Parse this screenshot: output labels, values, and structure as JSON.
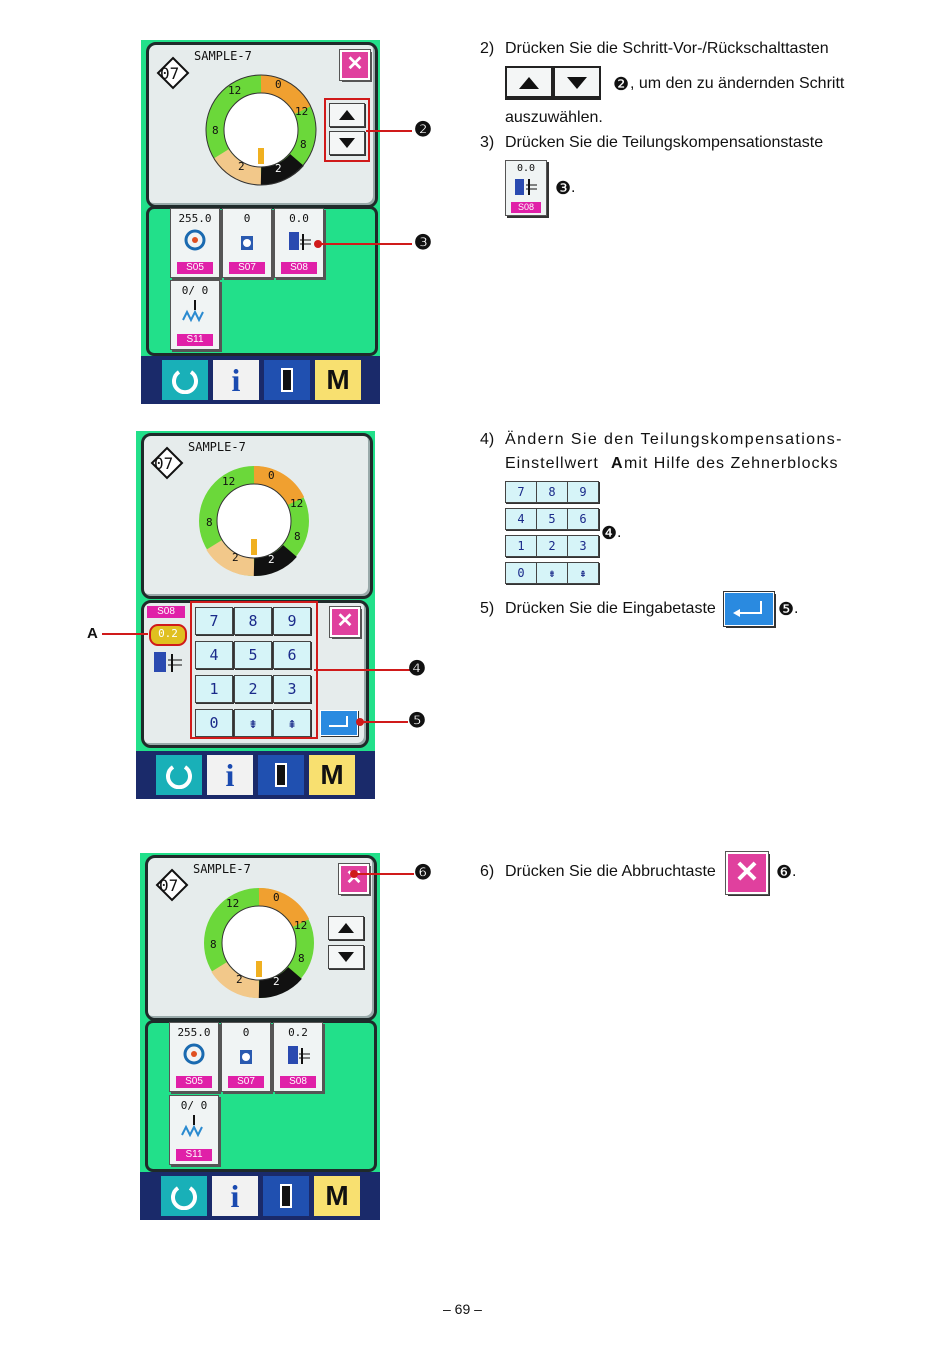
{
  "panel1": {
    "program_no": "07",
    "program_name": "SAMPLE-7",
    "ring_labels": [
      "12",
      "0",
      "12",
      "8",
      "2",
      "2",
      "8"
    ],
    "tiles": [
      {
        "value": "255.0",
        "code": "S05"
      },
      {
        "value": "0",
        "code": "S07"
      },
      {
        "value": "0.0",
        "code": "S08"
      },
      {
        "value": "0/  0",
        "code": "S11"
      }
    ]
  },
  "panel2": {
    "program_no": "07",
    "program_name": "SAMPLE-7",
    "ring_labels": [
      "12",
      "0",
      "12",
      "8",
      "2",
      "2",
      "8"
    ],
    "s08_label": "S08",
    "value_a": "0.2",
    "keys": [
      "7",
      "8",
      "9",
      "4",
      "5",
      "6",
      "1",
      "2",
      "3",
      "0",
      "⇟",
      "⇞"
    ]
  },
  "panel3": {
    "program_no": "07",
    "program_name": "SAMPLE-7",
    "ring_labels": [
      "12",
      "0",
      "12",
      "8",
      "2",
      "2",
      "8"
    ],
    "tiles": [
      {
        "value": "255.0",
        "code": "S05"
      },
      {
        "value": "0",
        "code": "S07"
      },
      {
        "value": "0.2",
        "code": "S08"
      },
      {
        "value": "0/  0",
        "code": "S11"
      }
    ]
  },
  "bottom_bar": {
    "info": "i",
    "mode": "M"
  },
  "callouts": {
    "c2": "❷",
    "c3": "❸",
    "c4": "❹",
    "c5": "❺",
    "c6": "❻",
    "a": "A"
  },
  "steps": {
    "s2_num": "2)",
    "s2_line1": "Drücken Sie die Schritt-Vor-/Rückschalttasten",
    "s2_line2": ", um den zu ändernden Schritt",
    "s2_line3": "auszuwählen.",
    "s3_num": "3)",
    "s3_line1": "Drücken Sie die Teilungskompensationstaste",
    "s3_icon_value": "0.0",
    "s3_icon_code": "S08",
    "s4_num": "4)",
    "s4_line1": "Ändern Sie den Teilungskompensations-",
    "s4_line2_a": "Einstellwert ",
    "s4_line2_b": "A",
    "s4_line2_c": " mit Hilfe des Zehnerblocks",
    "s5_num": "5)",
    "s5_line1": "Drücken Sie die Eingabetaste",
    "s6_num": "6)",
    "s6_line1": "Drücken Sie die Abbruchtaste",
    "period": "."
  },
  "page_number": "– 69 –",
  "colors": {
    "panel_green": "#22e08a",
    "ring_orange": "#f0a030",
    "ring_green": "#6bd83a",
    "ring_peach": "#f2c88a",
    "ring_black": "#111111",
    "cancel_pink": "#e0409e",
    "callout_red": "#d01a1a",
    "enter_blue": "#2a8ae0"
  }
}
